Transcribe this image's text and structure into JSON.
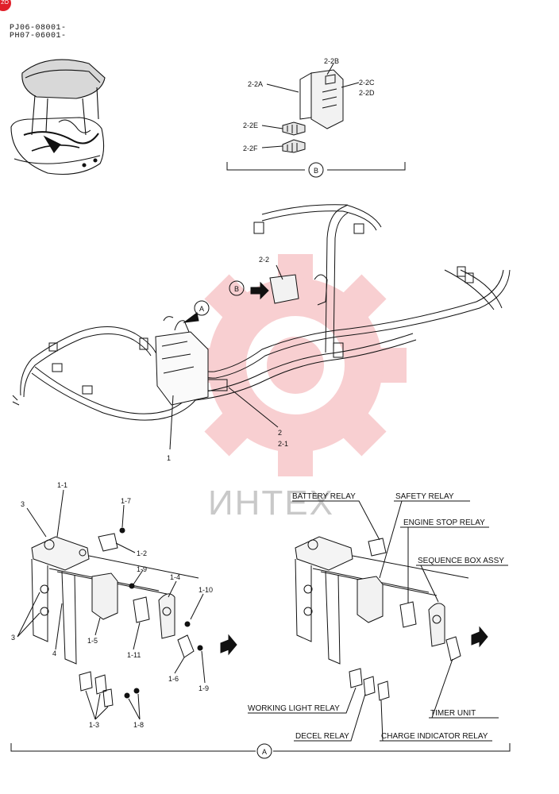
{
  "serials": [
    "PJ06-08001-",
    "PH07-06001-"
  ],
  "logo_text": "ZO",
  "watermark": {
    "text": "ИНТЕХ",
    "gear_color": "#f7c7c9",
    "text_color": "#c9c9c9"
  },
  "views": {
    "b": "B",
    "a": "A"
  },
  "detail_b_labels": [
    "2-2A",
    "2-2B",
    "2-2C",
    "2-2D",
    "2-2E",
    "2-2F"
  ],
  "main_labels": [
    "2-2",
    "2",
    "2-1",
    "1"
  ],
  "detail_a_labels": [
    "1-1",
    "3",
    "1-7",
    "1-2",
    "1-9",
    "1-4",
    "1-10",
    "1-5",
    "1-11",
    "3",
    "4",
    "1-6",
    "1-9",
    "1-3",
    "1-8"
  ],
  "relays": {
    "battery": "BATTERY RELAY",
    "safety": "SAFETY RELAY",
    "engine_stop": "ENGINE STOP RELAY",
    "sequence_box": "SEQUENCE BOX ASSY",
    "working_light": "WORKING LIGHT RELAY",
    "timer": "TIMER UNIT",
    "decel": "DECEL RELAY",
    "charge_indicator": "CHARGE INDICATOR RELAY"
  }
}
